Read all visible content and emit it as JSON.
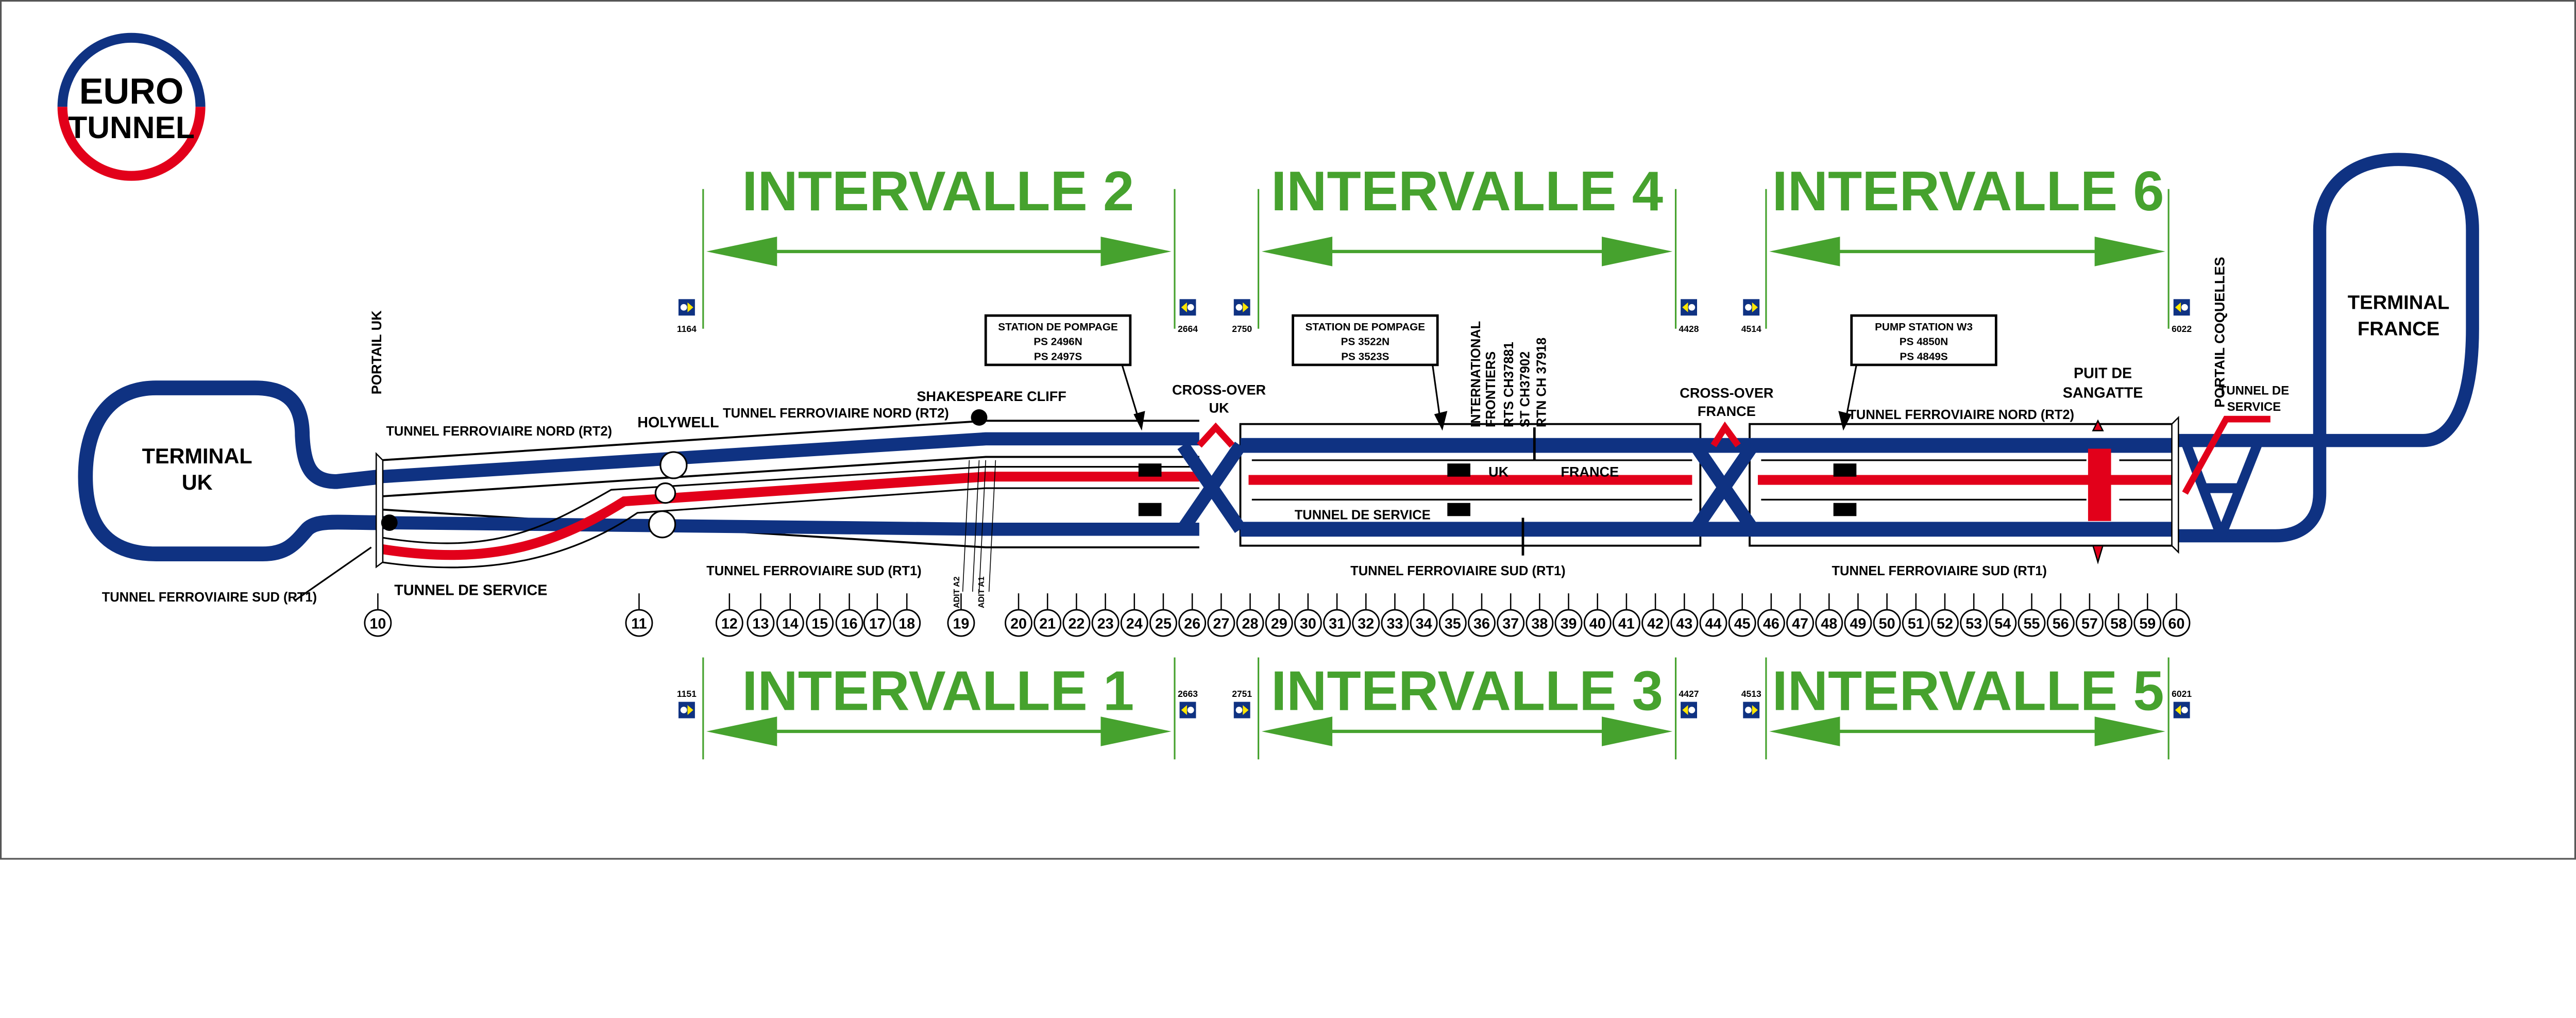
{
  "colors": {
    "blue": "#0f3282",
    "red": "#e2001a",
    "green": "#46a22e",
    "yellow": "#ffe600"
  },
  "logo": {
    "line1": "EURO",
    "line2": "TUNNEL"
  },
  "intervals_top": [
    {
      "label": "INTERVALLE 2"
    },
    {
      "label": "INTERVALLE 4"
    },
    {
      "label": "INTERVALLE 6"
    }
  ],
  "intervals_bottom": [
    {
      "label": "INTERVALLE 1"
    },
    {
      "label": "INTERVALLE 3"
    },
    {
      "label": "INTERVALLE 5"
    }
  ],
  "signals_top": [
    "1164",
    "2664",
    "2750",
    "4428",
    "4514",
    "6022"
  ],
  "signals_bottom": [
    "1151",
    "2663",
    "2751",
    "4427",
    "4513",
    "6021"
  ],
  "terminals": {
    "uk_1": "TERMINAL",
    "uk_2": "UK",
    "fr_1": "TERMINAL",
    "fr_2": "FRANCE"
  },
  "portals": {
    "uk": "PORTAIL UK",
    "fr": "PORTAIL COQUELLES"
  },
  "labels": {
    "rt2_left": "TUNNEL FERROVIAIRE NORD (RT2)",
    "holywell": "HOLYWELL",
    "rt2_mid": "TUNNEL FERROVIAIRE NORD (RT2)",
    "shakespeare": "SHAKESPEARE CLIFF",
    "rt1_left": "TUNNEL FERROVIAIRE SUD (RT1)",
    "service_left": "TUNNEL DE SERVICE",
    "rt1_a": "TUNNEL FERROVIAIRE SUD (RT1)",
    "rt1_b": "TUNNEL FERROVIAIRE SUD (RT1)",
    "rt1_c": "TUNNEL FERROVIAIRE SUD (RT1)",
    "rt2_right": "TUNNEL FERROVIAIRE NORD (RT2)",
    "crossover_uk_1": "CROSS-OVER",
    "crossover_uk_2": "UK",
    "crossover_fr_1": "CROSS-OVER",
    "crossover_fr_2": "FRANCE",
    "uk": "UK",
    "france": "FRANCE",
    "service_mid": "TUNNEL DE SERVICE",
    "sangatte_1": "PUIT DE",
    "sangatte_2": "SANGATTE",
    "service_fr_1": "TUNNEL DE",
    "service_fr_2": "SERVICE",
    "adit_a2": "ADIT A2",
    "adit_a1": "ADIT A1",
    "frontiers": [
      "INTERNATIONAL",
      "FRONTIERS",
      "RTS CH37881",
      "ST CH37902",
      "RTN CH 37918"
    ]
  },
  "pump_stations": [
    {
      "title": "STATION DE POMPAGE",
      "n": "PS 2496N",
      "s": "PS 2497S"
    },
    {
      "title": "STATION DE POMPAGE",
      "n": "PS 3522N",
      "s": "PS 3523S"
    },
    {
      "title": "PUMP STATION W3",
      "n": "PS 4850N",
      "s": "PS 4849S"
    }
  ],
  "markers": [
    "10",
    "11",
    "12",
    "13",
    "14",
    "15",
    "16",
    "17",
    "18",
    "19",
    "20",
    "21",
    "22",
    "23",
    "24",
    "25",
    "26",
    "27",
    "28",
    "29",
    "30",
    "31",
    "32",
    "33",
    "34",
    "35",
    "36",
    "37",
    "38",
    "39",
    "40",
    "41",
    "42",
    "43",
    "44",
    "45",
    "46",
    "47",
    "48",
    "49",
    "50",
    "51",
    "52",
    "53",
    "54",
    "55",
    "56",
    "57",
    "58",
    "59",
    "60"
  ]
}
